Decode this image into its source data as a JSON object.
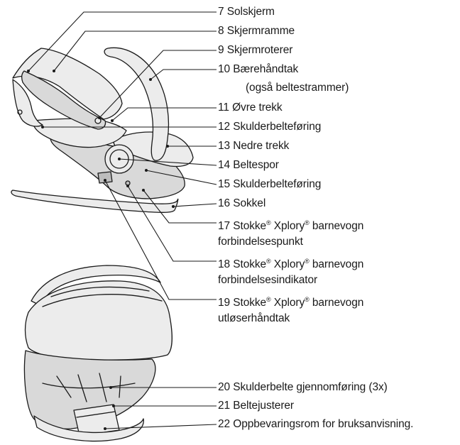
{
  "labels": [
    {
      "id": "7",
      "text": "7 Solskjerm"
    },
    {
      "id": "8",
      "text": "8 Skjermramme"
    },
    {
      "id": "9",
      "text": "9 Skjermroterer"
    },
    {
      "id": "10",
      "text": "10 Bærehåndtak"
    },
    {
      "id": "10b",
      "text": "(også beltestrammer)"
    },
    {
      "id": "11",
      "text": "11 Øvre trekk"
    },
    {
      "id": "12",
      "text": "12 Skulderbelteføring"
    },
    {
      "id": "13",
      "text": "13 Nedre trekk"
    },
    {
      "id": "14",
      "text": "14 Beltespor"
    },
    {
      "id": "15",
      "text": "15 Skulderbelteføring"
    },
    {
      "id": "16",
      "text": "16 Sokkel"
    },
    {
      "id": "17a",
      "text": "17 Stokke",
      "reg1": "®",
      "mid": " Xplory",
      "reg2": "®",
      "tail": " barnevogn"
    },
    {
      "id": "17b",
      "text": "forbindelsespunkt"
    },
    {
      "id": "18a",
      "text": "18 Stokke",
      "reg1": "®",
      "mid": " Xplory",
      "reg2": "®",
      "tail": " barnevogn"
    },
    {
      "id": "18b",
      "text": "forbindelsesindikator"
    },
    {
      "id": "19a",
      "text": "19 Stokke",
      "reg1": "®",
      "mid": " Xplory",
      "reg2": "®",
      "tail": " barnevogn"
    },
    {
      "id": "19b",
      "text": "utløserhåndtak"
    },
    {
      "id": "20",
      "text": "20 Skulderbelte gjennomføring (3x)"
    },
    {
      "id": "21",
      "text": "21 Beltejusterer"
    },
    {
      "id": "22",
      "text": "22 Oppbevaringsrom for bruksanvisning."
    }
  ]
}
